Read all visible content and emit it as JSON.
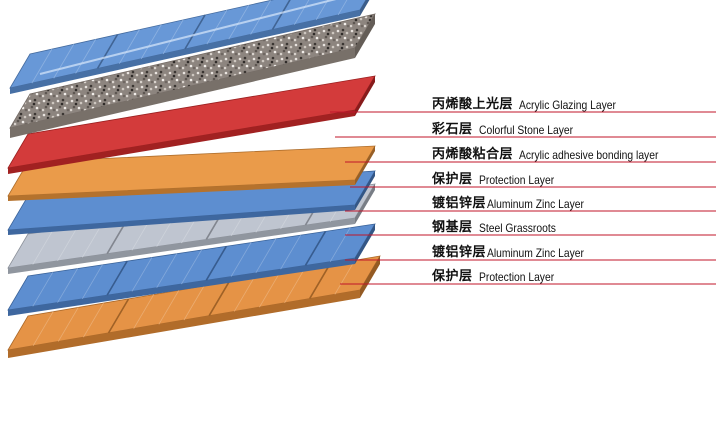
{
  "layers": [
    {
      "zh": "丙烯酸上光层",
      "en": "Acrylic Glazing Layer",
      "color": "#5b8fd4",
      "texture": "glaze"
    },
    {
      "zh": "彩石层",
      "en": "Colorful Stone Layer",
      "color": "#9a8f86",
      "texture": "stone"
    },
    {
      "zh": "丙烯酸粘合层",
      "en": "Acrylic adhesive bonding layer",
      "color": "#cf2a2a",
      "texture": "plain"
    },
    {
      "zh": "保护层",
      "en": "Protection Layer",
      "color": "#e8923a",
      "texture": "plain"
    },
    {
      "zh": "镀铝锌层",
      "en": "Aluminum Zinc Layer",
      "color": "#4f84cc",
      "texture": "plain"
    },
    {
      "zh": "钢基层",
      "en": "Steel Grassroots",
      "color": "#b9c0cc",
      "texture": "plain"
    },
    {
      "zh": "镀铝锌层",
      "en": "Aluminum Zinc Layer",
      "color": "#4f84cc",
      "texture": "plain"
    },
    {
      "zh": "保护层",
      "en": "Protection Layer",
      "color": "#e38a36",
      "texture": "plain"
    }
  ],
  "leader_color": "#c0152a"
}
